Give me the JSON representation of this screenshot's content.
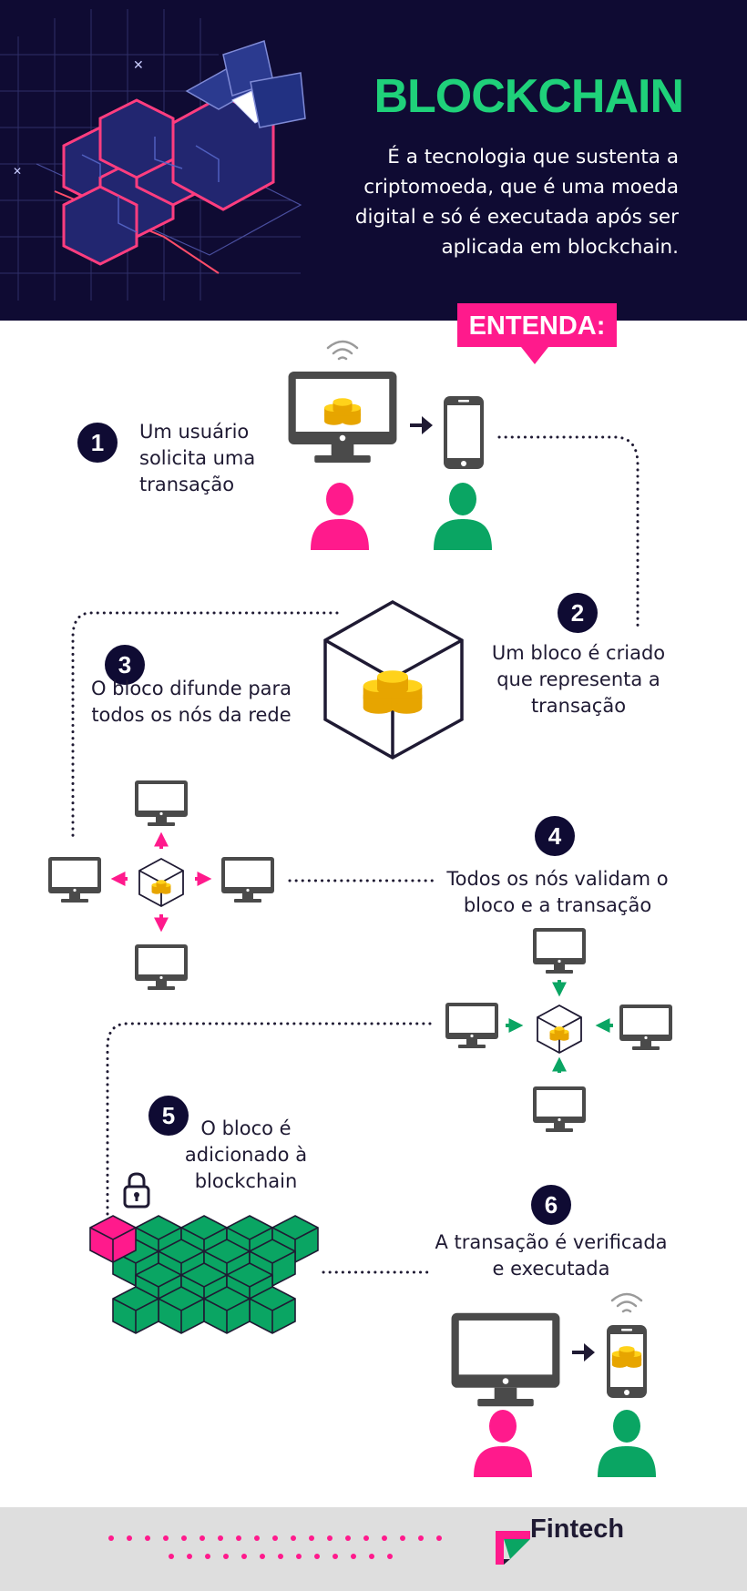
{
  "header": {
    "title": "BLOCKCHAIN",
    "subtitle": "É a tecnologia que sustenta a criptomoeda, que é uma moeda digital e só é executada após ser aplicada em blockchain.",
    "badge": "ENTENDA:"
  },
  "steps": [
    {
      "number": "1",
      "text": "Um usuário solicita uma transação"
    },
    {
      "number": "2",
      "text": "Um bloco é criado que representa a transação"
    },
    {
      "number": "3",
      "text": "O bloco difunde para todos os nós da rede"
    },
    {
      "number": "4",
      "text": "Todos os nós validam o bloco e a transação"
    },
    {
      "number": "5",
      "text": "O bloco é adicionado à blockchain"
    },
    {
      "number": "6",
      "text": "A transação é verificada e executada"
    }
  ],
  "footer": {
    "brand": "Fintech"
  },
  "colors": {
    "navy": "#0f0b33",
    "dark": "#1f1a33",
    "green": "#1fd17a",
    "pink": "#ff1a8c",
    "teal": "#0aa563",
    "gold": "#ffd21a",
    "gray": "#4a4a4a",
    "footer_bg": "#dedede"
  },
  "icons": [
    "blockchain-cube-illustration",
    "monitor-icon",
    "smartphone-icon",
    "user-icon",
    "wifi-icon",
    "coins-icon",
    "block-cube-icon",
    "lock-icon",
    "arrow-icon",
    "fintech-logo-icon"
  ]
}
